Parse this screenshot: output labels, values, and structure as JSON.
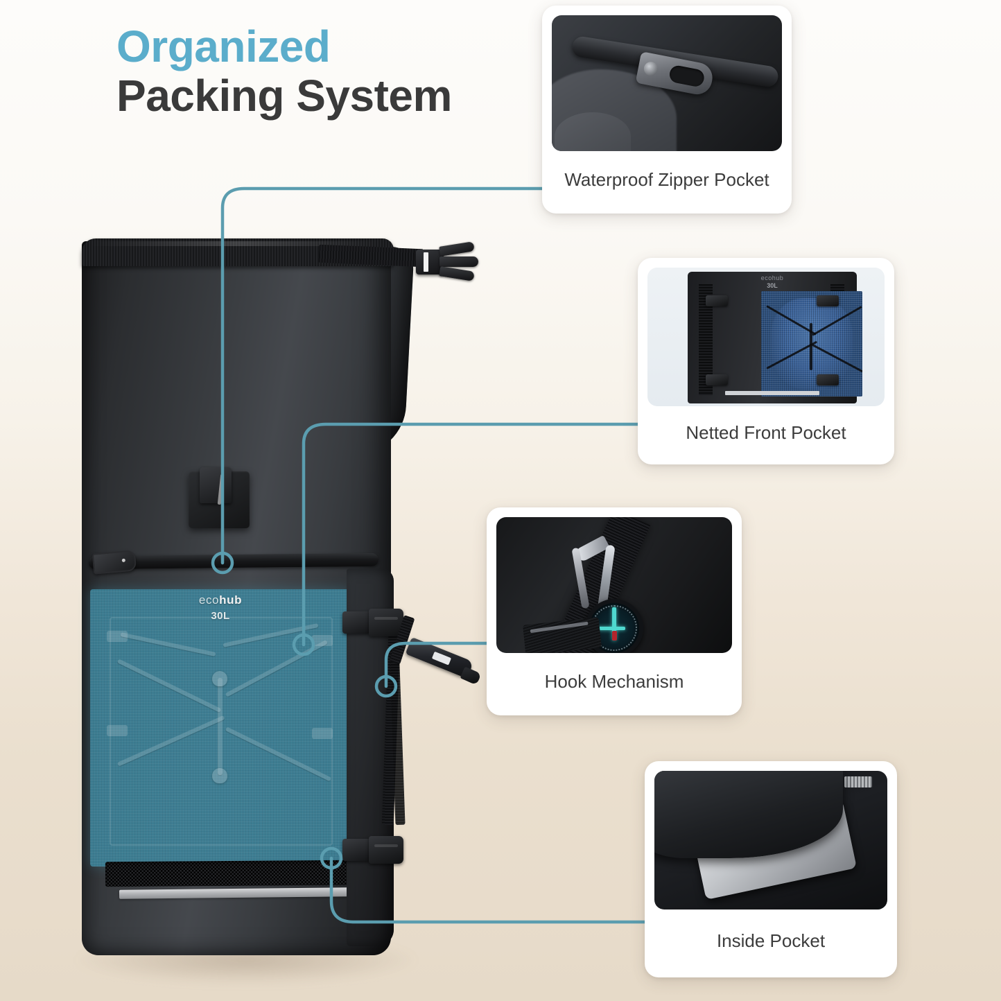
{
  "title": {
    "line1": "Organized",
    "line2": "Packing System",
    "accent_color": "#5BADCB",
    "dark_color": "#3a3a3a"
  },
  "product": {
    "brand_light": "eco",
    "brand_bold": "hub",
    "brand_full": "ecohub",
    "volume": "30L",
    "body_color": "#2b2d30",
    "highlight_overlay_color": "#3E8298"
  },
  "connector_color": "#5B9DAF",
  "background": {
    "top_color": "#fdfcfa",
    "bottom_color": "#e6dac8"
  },
  "cards": [
    {
      "id": "zipper",
      "label": "Waterproof Zipper Pocket",
      "photo_alt": "waterproof-zipper-photo"
    },
    {
      "id": "netted",
      "label": "Netted Front Pocket",
      "photo_alt": "netted-front-pocket-photo",
      "mini_brand": "ecohub",
      "mini_volume": "30L"
    },
    {
      "id": "hook",
      "label": "Hook Mechanism",
      "photo_alt": "hook-carabiner-compass-photo"
    },
    {
      "id": "inside",
      "label": "Inside Pocket",
      "photo_alt": "inside-pocket-laptop-photo"
    }
  ]
}
